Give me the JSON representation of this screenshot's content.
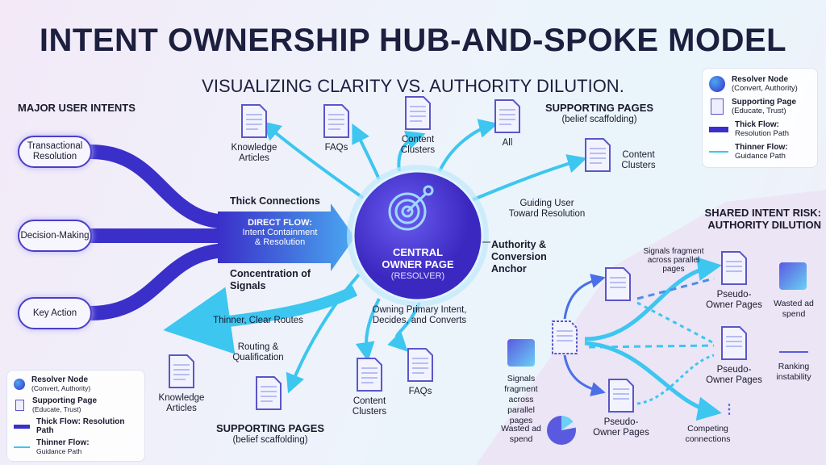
{
  "title": "INTENT OWNERSHIP HUB-AND-SPOKE MODEL",
  "subtitle": "VISUALIZING CLARITY VS. AUTHORITY DILUTION.",
  "colors": {
    "thick_flow": "#3a2fc9",
    "thin_flow": "#3cc6f0",
    "resolver": "#5a3fe0",
    "panel": "#ebe3f5"
  },
  "intents": {
    "heading": "MAJOR USER INTENTS",
    "items": [
      "Transactional Resolution",
      "Decision-Making",
      "Key Action"
    ]
  },
  "hub": {
    "line1": "CENTRAL",
    "line2": "OWNER PAGE",
    "line3": "(RESOLVER)",
    "icon": "target-key-icon",
    "caption": "Owning Primary Intent, Decides, and Converts",
    "anchor": "Authority & Conversion Anchor"
  },
  "flow": {
    "title": "DIRECT FLOW:",
    "line1": "Intent Containment",
    "line2": "& Resolution",
    "thick": "Thick Connections",
    "concentration": "Concentration of Signals",
    "thinner": "Thinner, Clear Routes",
    "routing": "Routing & Qualification",
    "guiding": "Guiding User Toward Resolution"
  },
  "top_pages": {
    "heading": "SUPPORTING PAGES",
    "sub": "(belief scaffolding)",
    "items": [
      "Knowledge Articles",
      "FAQs",
      "Content Clusters",
      "All",
      "Content Clusters"
    ]
  },
  "bottom_pages": {
    "heading": "SUPPORTING PAGES",
    "sub": "(belief scaffolding)",
    "items": [
      "Knowledge Articles",
      "Content Clusters",
      "FAQs"
    ]
  },
  "risk": {
    "heading1": "SHARED INTENT RISK:",
    "heading2": "AUTHORITY DILUTION",
    "signals_top": "Signals fragment across parallel pages",
    "signals_left": "Signals fragment across parallel pages",
    "pseudo": [
      "Pseudo-Owner Pages",
      "Pseudo-Owner Pages",
      "Pseudo-Owner Pages"
    ],
    "wasted_right": "Wasted ad spend",
    "ranking": "Ranking instability",
    "wasted_left": "Wasted ad spend",
    "competing": "Competing connections",
    "more": "⋮"
  },
  "legend": {
    "resolver": "Resolver Node",
    "resolver_sub": "(Convert, Authority)",
    "support": "Supporting Page",
    "support_sub": "(Educate, Trust)",
    "thick": "Thick Flow:",
    "thick_sub": "Resolution Path",
    "thin": "Thinner Flow:",
    "thin_sub": "Guidance Path"
  },
  "legend_small": {
    "resolver": "Resolver Node",
    "resolver_sub": "(Convert, Authority)",
    "support": "Supporting Page",
    "support_sub": "(Educate, Trust)",
    "thick": "Thick Flow: Resolution Path",
    "thin": "Thinner Flow:",
    "thin_sub": "Guidance Path"
  }
}
